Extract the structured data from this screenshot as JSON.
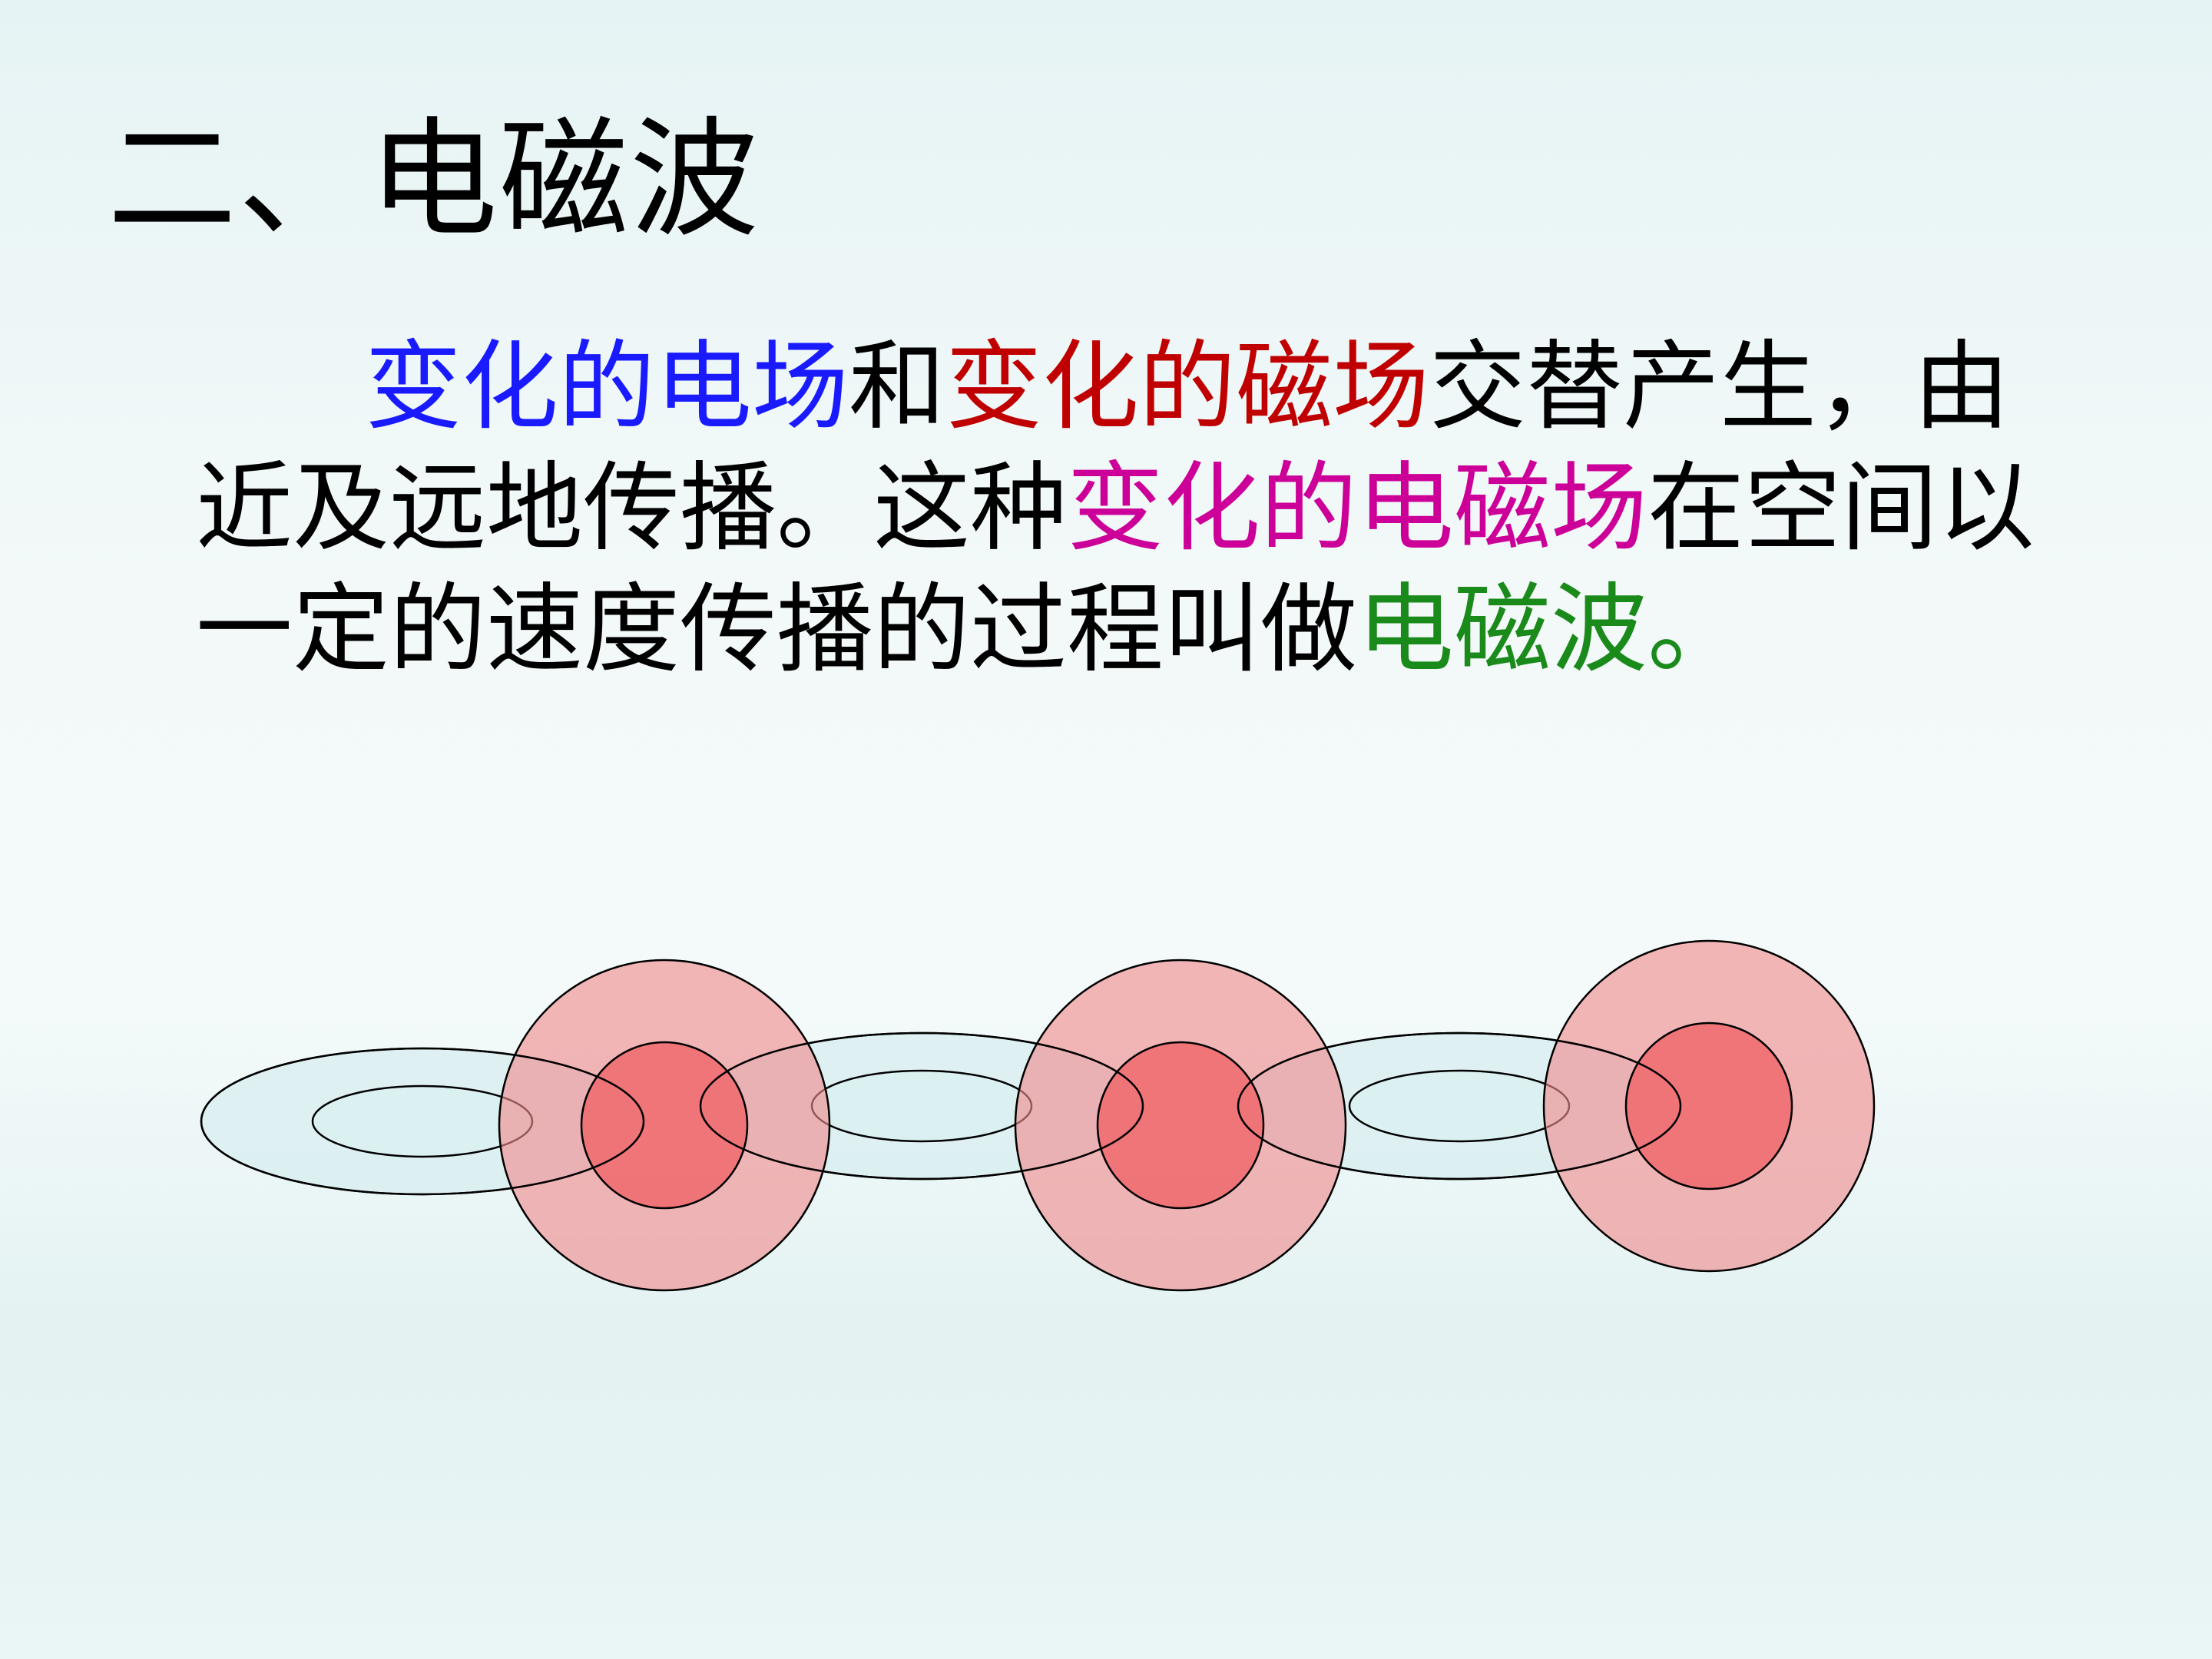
{
  "slide": {
    "title": "二、电磁波"
  },
  "paragraph": {
    "line1": [
      {
        "text": "变化的电场",
        "color": "#1a1aff"
      },
      {
        "text": "和",
        "color": "#000000"
      },
      {
        "text": "变化的磁场",
        "color": "#c00000"
      },
      {
        "text": "交替产生，由",
        "color": "#000000"
      }
    ],
    "line2": [
      {
        "text": "近及远地传播。这种",
        "color": "#000000"
      },
      {
        "text": "变化的电磁场",
        "color": "#cc0099"
      },
      {
        "text": "在空间以",
        "color": "#000000"
      }
    ],
    "line3": [
      {
        "text": "一定的速度传播的过程叫做",
        "color": "#000000"
      },
      {
        "text": "电磁波。",
        "color": "#1a8a1a"
      }
    ]
  },
  "diagram": {
    "colors": {
      "ring_fill": "#daeff0",
      "outer_circle_fill": "#f08a8c",
      "inner_circle_fill": "#f05a5e",
      "stroke": "#000000"
    },
    "field_cells": 3
  }
}
